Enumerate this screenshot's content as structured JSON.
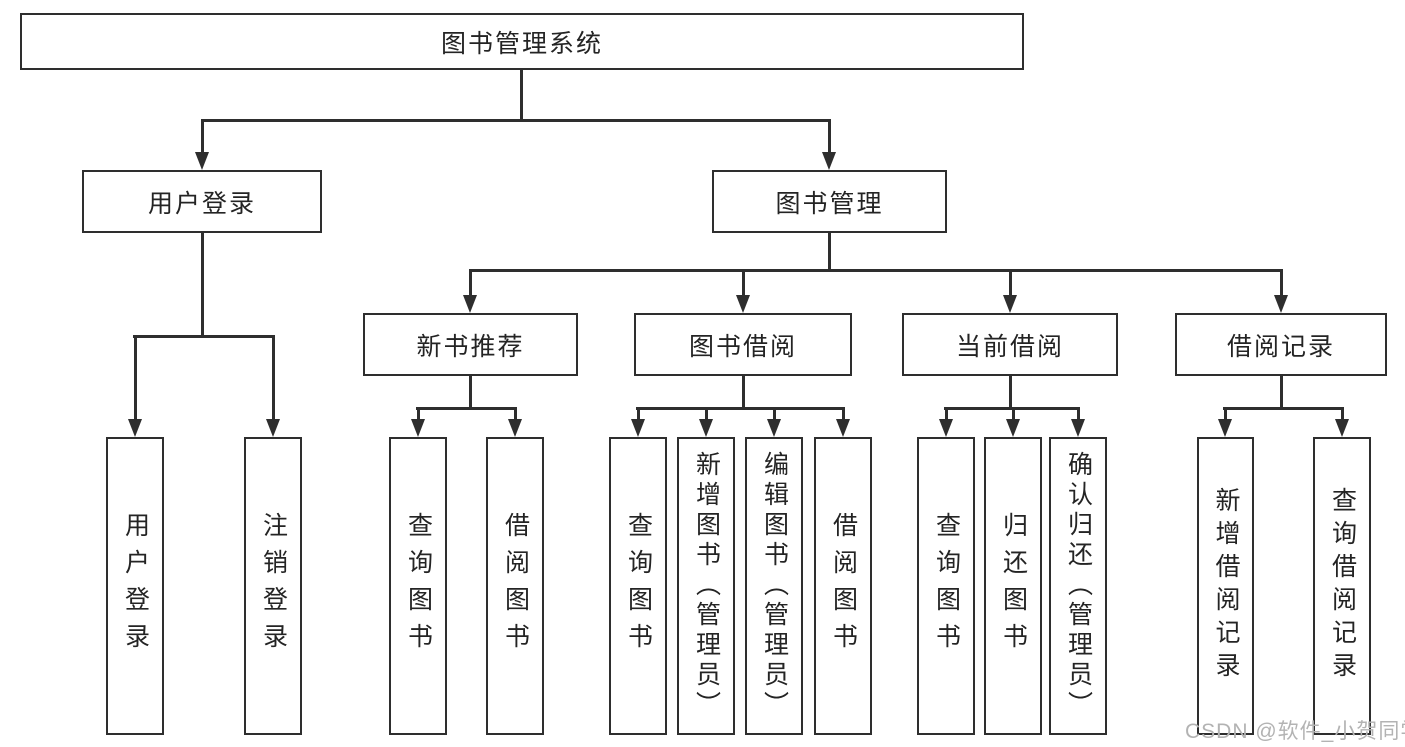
{
  "diagram": {
    "type": "feature-tree",
    "tree": {
      "root": {
        "label": "图书管理系统"
      },
      "branches": [
        {
          "label": "用户登录",
          "children": [
            {
              "label": "用户登录"
            },
            {
              "label": "注销登录"
            }
          ]
        },
        {
          "label": "图书管理",
          "children": [
            {
              "label": "新书推荐",
              "children": [
                {
                  "label": "查询图书"
                },
                {
                  "label": "借阅图书"
                }
              ]
            },
            {
              "label": "图书借阅",
              "children": [
                {
                  "label": "查询图书"
                },
                {
                  "label": "新增图书（管理员）"
                },
                {
                  "label": "编辑图书（管理员）"
                },
                {
                  "label": "借阅图书"
                }
              ]
            },
            {
              "label": "当前借阅",
              "children": [
                {
                  "label": "查询图书"
                },
                {
                  "label": "归还图书"
                },
                {
                  "label": "确认归还（管理员）"
                }
              ]
            },
            {
              "label": "借阅记录",
              "children": [
                {
                  "label": "新增借阅记录"
                },
                {
                  "label": "查询借阅记录"
                }
              ]
            }
          ]
        }
      ]
    },
    "colors": {
      "line": "#2e2e2e",
      "text": "#242424",
      "background": "#ffffff",
      "watermark": "#b3b3b3"
    },
    "watermark": "CSDN @软件_小贺同学"
  }
}
